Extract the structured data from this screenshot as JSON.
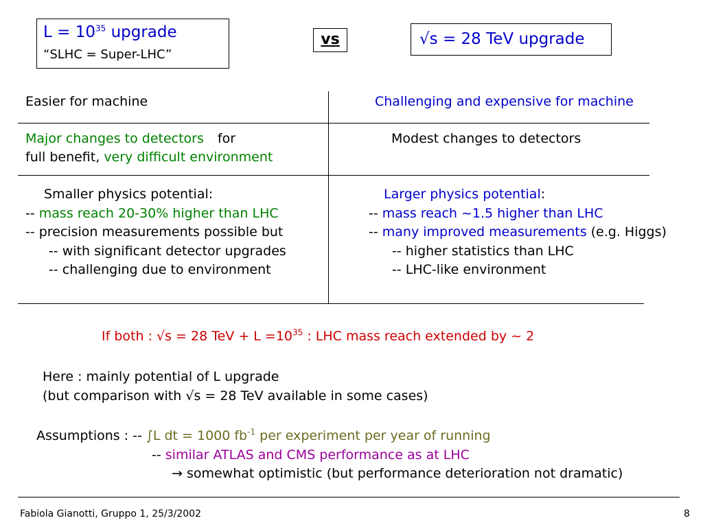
{
  "header": {
    "left_title_prefix": "L = 10",
    "left_title_sup": "35",
    "left_title_suffix": " upgrade",
    "left_subtitle": "“SLHC = Super-LHC”",
    "vs_label": "vs",
    "right_title": "√s = 28 TeV upgrade"
  },
  "table": {
    "row1": {
      "left": "Easier for machine",
      "right": "Challenging and expensive for machine"
    },
    "row2": {
      "left_green": "Major changes to detectors",
      "left_for": "for",
      "left_line2_plain": "full benefit, ",
      "left_line2_green": "very difficult environment",
      "right": "Modest changes to detectors"
    },
    "row3": {
      "left_heading": "Smaller physics potential:",
      "left_l1_dash": "-- ",
      "left_l1_green": "mass reach 20-30% higher than LHC",
      "left_l2": "-- precision measurements possible but",
      "left_l3": "-- with significant detector upgrades",
      "left_l4": "-- challenging due to environment",
      "right_heading_blue": "Larger  physics potential",
      "right_heading_colon": ":",
      "right_l1_dash": "-- ",
      "right_l1_blue": "mass reach ~1.5 higher than LHC",
      "right_l2_dash": "-- ",
      "right_l2_blue": "many improved measurements",
      "right_l2_plain": " (e.g. Higgs)",
      "right_l3": "-- higher statistics than LHC",
      "right_l4": "-- LHC-like environment"
    }
  },
  "ifboth": {
    "prefix": "If both : √s = 28 TeV +  L =10",
    "sup": "35",
    "suffix": "  : LHC mass reach extended by ~ 2"
  },
  "here": {
    "line1": "Here : mainly potential of L upgrade",
    "line2": "(but comparison with √s = 28 TeV available in some cases)"
  },
  "assumptions": {
    "label": "Assumptions  :  -- ",
    "l1_integral": "∫",
    "l1_text": "L dt = 1000 fb",
    "l1_sup": "-1",
    "l1_rest": " per experiment per year of running",
    "l2_dash": "-- ",
    "l2_text": "similar ATLAS and CMS performance as at LHC",
    "l3_arrow": "→",
    "l3_text": " somewhat optimistic (but performance deterioration not dramatic)"
  },
  "footer": {
    "author": "Fabiola Gianotti,  Gruppo 1, 25/3/2002",
    "page_number": "8"
  },
  "colors": {
    "green": "#008000",
    "blue": "#0000cc",
    "red": "#cc0000",
    "olive": "#6b6b22",
    "magenta": "#990099"
  }
}
